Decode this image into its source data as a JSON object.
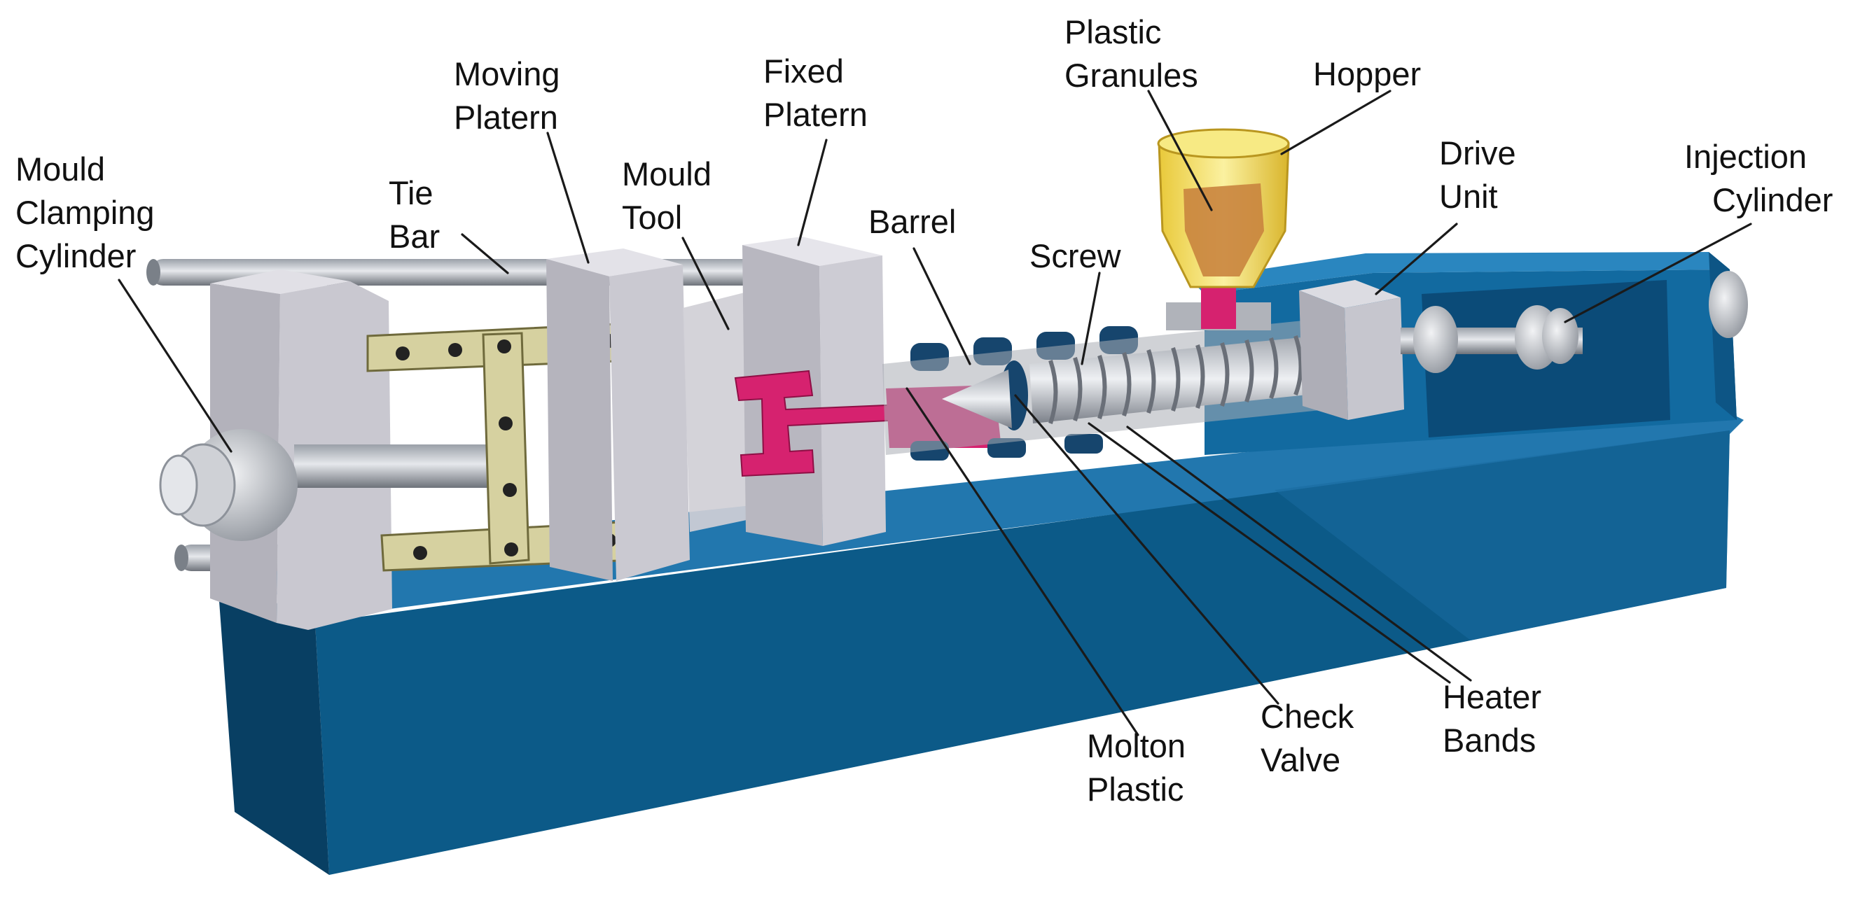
{
  "labels": {
    "mould_clamping_cylinder": [
      "Mould",
      "Clamping",
      "Cylinder"
    ],
    "tie_bar": [
      "Tie",
      "Bar"
    ],
    "moving_platern": [
      "Moving",
      "Platern"
    ],
    "mould_tool": [
      "Mould",
      "Tool"
    ],
    "fixed_platern": [
      "Fixed",
      "Platern"
    ],
    "barrel": [
      "Barrel"
    ],
    "screw": [
      "Screw"
    ],
    "plastic_granules": [
      "Plastic",
      "Granules"
    ],
    "hopper": [
      "Hopper"
    ],
    "drive_unit": [
      "Drive",
      "Unit"
    ],
    "injection_cylinder": [
      "Injection",
      "Cylinder"
    ],
    "molton_plastic": [
      "Molton",
      "Plastic"
    ],
    "check_valve": [
      "Check",
      "Valve"
    ],
    "heater_bands": [
      "Heater",
      "Bands"
    ]
  },
  "colors": {
    "base_front": "#0c5a88",
    "base_top": "#2077ae",
    "base_side": "#0a4a72",
    "platen": "#c7c6ce",
    "platen_dark": "#9d9ca6",
    "toggle_link": "#d9d4a4",
    "molten_plastic": "#d6226f",
    "hopper": "#f3e064",
    "granules": "#c9843e",
    "steel": "#bfc2c8",
    "steel_dark": "#8c9098"
  }
}
